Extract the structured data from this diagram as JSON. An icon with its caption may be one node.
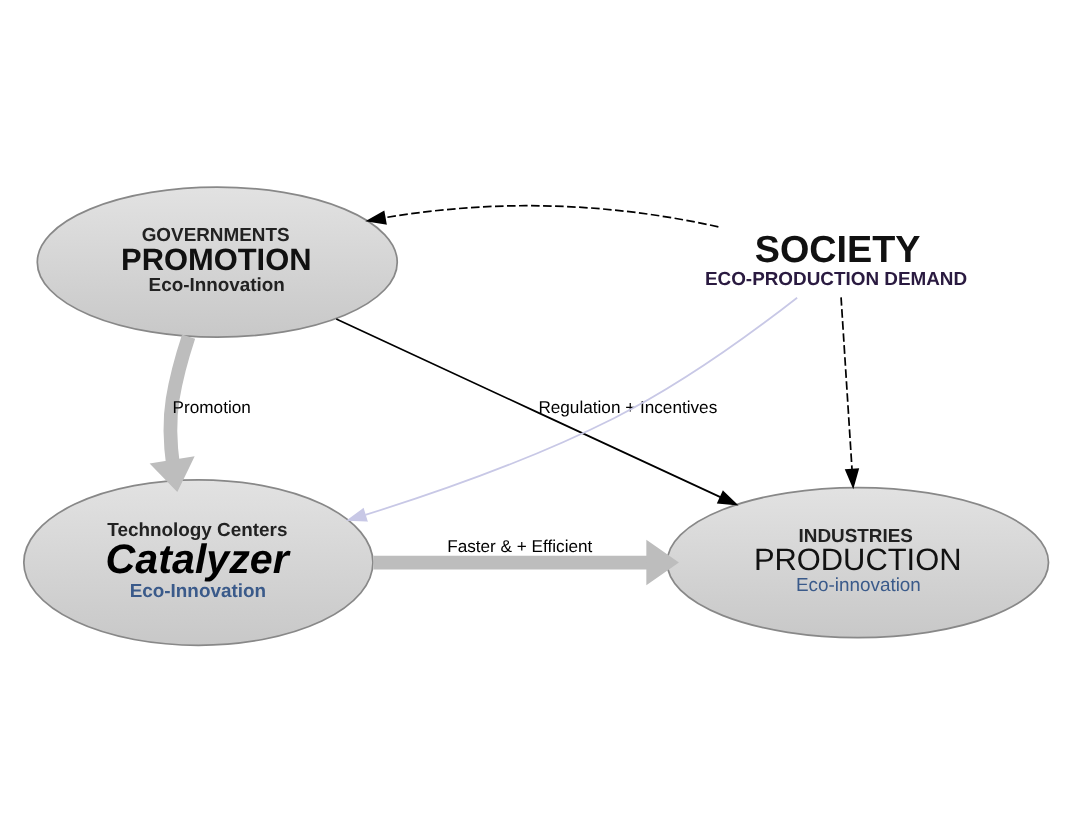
{
  "diagram": {
    "nodes": [
      {
        "text": [
          "GOVERNMENTS",
          "PROMOTION",
          "Eco-Innovation"
        ]
      },
      {
        "text": [
          "SOCIETY",
          "ECO-PRODUCTION DEMAND"
        ]
      },
      {
        "text": [
          "Technology Centers",
          "Catalyzer",
          "Eco-Innovation"
        ]
      },
      {
        "text": [
          "INDUSTRIES",
          "PRODUCTION",
          "Eco-innovation"
        ]
      }
    ],
    "edges": [
      {
        "from": 1,
        "to": 0,
        "arrow": "to",
        "style": "dashed"
      },
      {
        "from": 0,
        "to": 2,
        "arrow": "to",
        "label": "Promotion",
        "style": "thick",
        "color": "#bdbdbd"
      },
      {
        "from": 0,
        "to": 3,
        "arrow": "to",
        "label": "Regulation + Incentives"
      },
      {
        "from": 1,
        "to": 2,
        "arrow": "to",
        "color": "#c8c8e6"
      },
      {
        "from": 2,
        "to": 3,
        "arrow": "to",
        "label": "Faster & + Efficient",
        "style": "thick",
        "color": "#bdbdbd"
      },
      {
        "from": 1,
        "to": 3,
        "arrow": "to",
        "style": "dashed"
      }
    ]
  }
}
